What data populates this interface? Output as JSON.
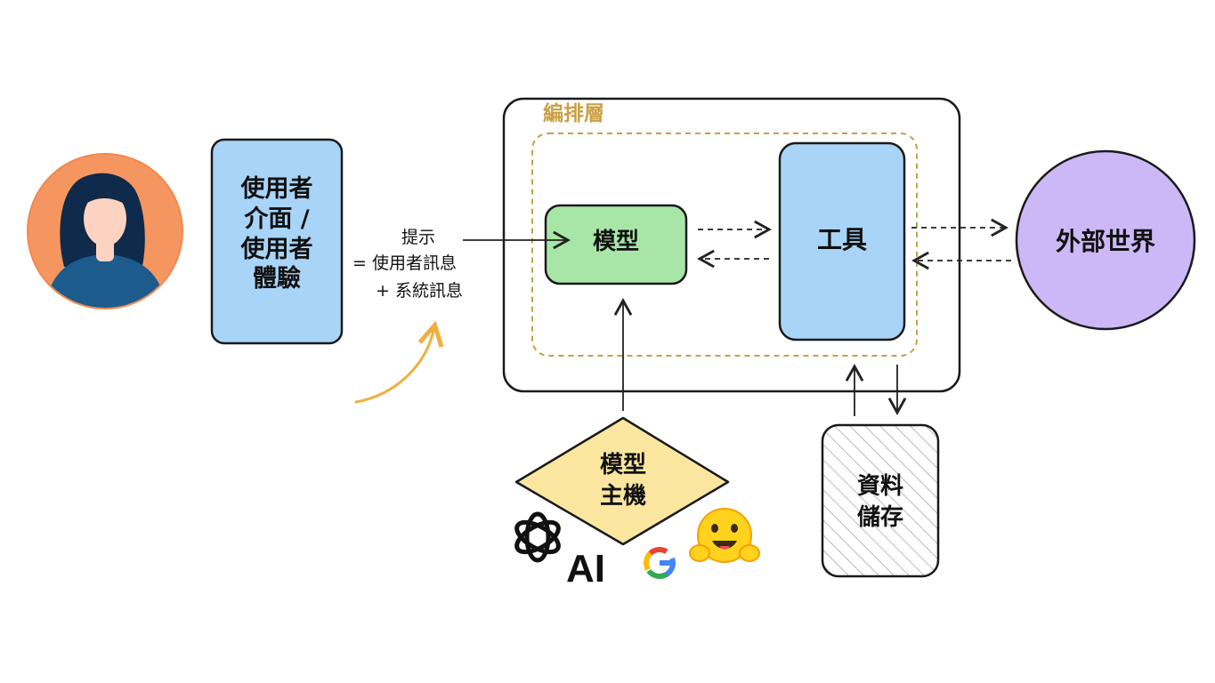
{
  "nodes": {
    "user_interface": {
      "line1": "使用者",
      "line2": "介面 /",
      "line3": "使用者",
      "line4": "體驗",
      "color": "#a8d4f7"
    },
    "prompt": {
      "title": "提示",
      "line1": "= 使用者訊息",
      "line2": "+ 系統訊息"
    },
    "orchestration": {
      "label": "編排層",
      "color": "#c9a045"
    },
    "model": {
      "label": "模型",
      "color": "#a8e6a8"
    },
    "tools": {
      "label": "工具",
      "color": "#a8d4f7"
    },
    "external_world": {
      "label": "外部世界",
      "color": "#cdb8f7"
    },
    "model_host": {
      "line1": "模型",
      "line2": "主機",
      "color": "#fbe6a0"
    },
    "data_store": {
      "line1": "資料",
      "line2": "儲存"
    }
  },
  "avatar": {
    "bg_color": "#f59660",
    "shirt_color": "#1c5b8c",
    "hair_color": "#0f2a4a",
    "skin_color": "#fcd3c0"
  },
  "provider_icons": [
    "openai-icon",
    "anthropic-icon",
    "google-icon",
    "huggingface-icon"
  ],
  "anthropic_text": "AI",
  "google_text": "G"
}
